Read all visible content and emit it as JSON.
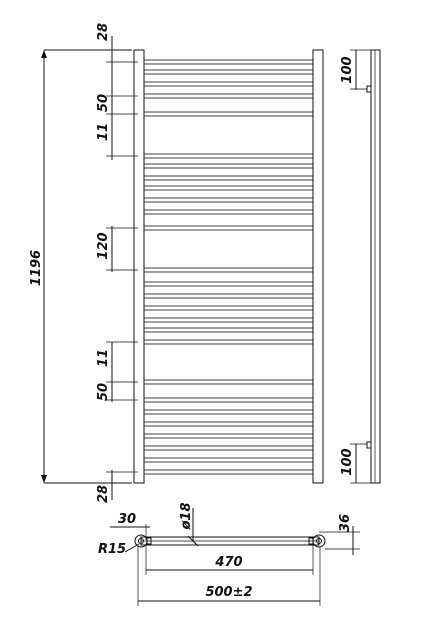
{
  "drawing": {
    "front_view": {
      "overall_height": "1196",
      "top_gap": "28",
      "bottom_gap": "28",
      "upper_bar_spacing": "50",
      "upper_bar_thickness": "11",
      "middle_gap": "120",
      "lower_bar_thickness": "11",
      "lower_bar_spacing": "50"
    },
    "side_view": {
      "top_mount_offset": "100",
      "bottom_mount_offset": "100"
    },
    "bottom_view": {
      "tube_offset": "30",
      "tube_diameter": "ø18",
      "radius": "R15",
      "wall_clearance": "36",
      "inner_width": "470",
      "overall_width": "500±2"
    }
  }
}
